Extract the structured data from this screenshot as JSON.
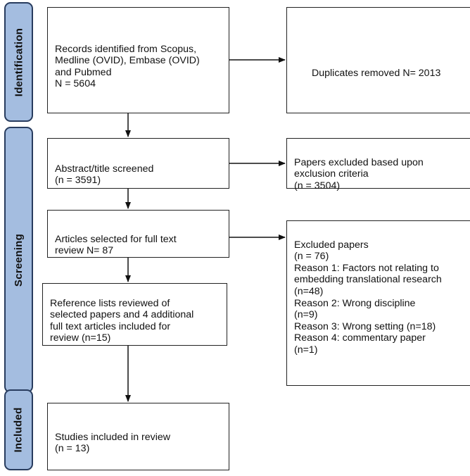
{
  "stages": {
    "identification": "Identification",
    "screening": "Screening",
    "included": "Included"
  },
  "boxes": {
    "records_identified": "Records identified from Scopus,\nMedline (OVID), Embase (OVID)\nand Pubmed\nN = 5604",
    "duplicates_removed": "Duplicates removed N= 2013",
    "abstract_screened": "Abstract/title screened\n(n = 3591)",
    "papers_excluded": "Papers excluded based upon\nexclusion criteria\n(n = 3504)",
    "full_text_selected": "Articles selected for full text\nreview N= 87",
    "excluded_papers": "Excluded papers\n(n = 76)\nReason 1: Factors not relating to\nembedding translational research\n(n=48)\nReason 2: Wrong discipline\n(n=9)\nReason 3: Wrong setting (n=18)\nReason 4: commentary paper\n(n=1)",
    "reference_lists": "Reference lists reviewed of\nselected papers and 4 additional\nfull text articles included for\nreview (n=15)",
    "studies_included": "Studies included in review\n(n = 13)"
  },
  "colors": {
    "stage_fill": "#a4bde0",
    "stage_border": "#283c5e",
    "box_border": "#222222"
  }
}
